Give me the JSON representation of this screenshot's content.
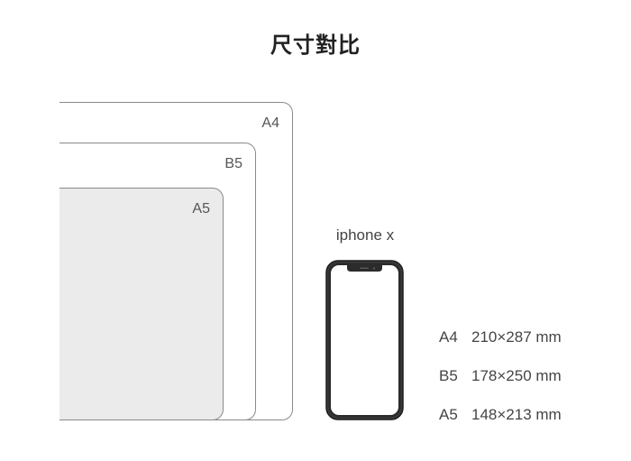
{
  "title": "尺寸對比",
  "sheets": [
    {
      "key": "a4",
      "label": "A4"
    },
    {
      "key": "b5",
      "label": "B5"
    },
    {
      "key": "a5",
      "label": "A5"
    }
  ],
  "phone": {
    "label": "iphone x"
  },
  "specs": [
    {
      "size": "A4",
      "dims": "210×287 mm"
    },
    {
      "size": "B5",
      "dims": "178×250 mm"
    },
    {
      "size": "A5",
      "dims": "148×213 mm"
    }
  ],
  "colors": {
    "outline": "#8a8a8a",
    "a5_fill": "#ebebeb",
    "phone_frame": "#2b2b2b"
  }
}
